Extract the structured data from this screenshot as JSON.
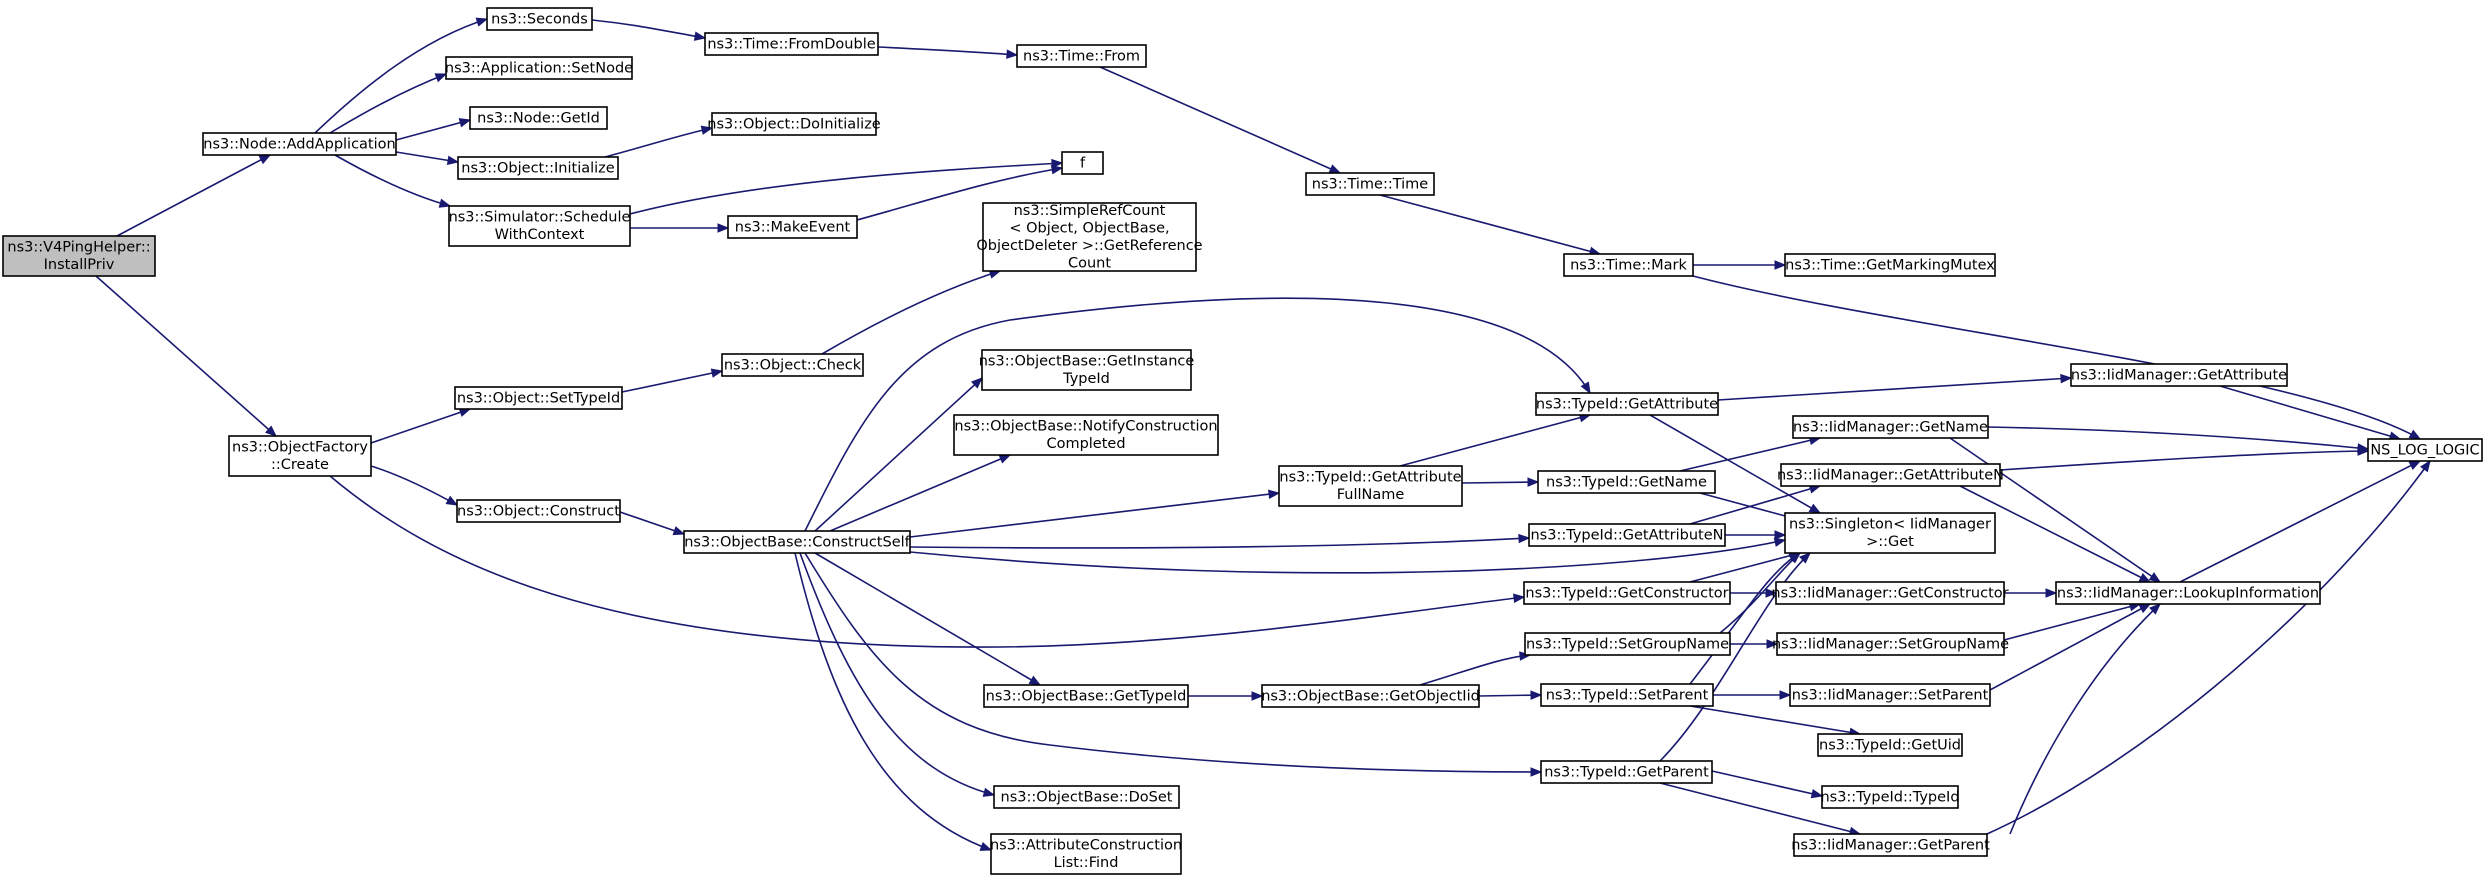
{
  "diagram": {
    "colors": {
      "edge": "#191970",
      "node_fill": "#ffffff",
      "root_fill": "#bfbfbf",
      "border": "#000000"
    },
    "nodes": [
      {
        "id": "root",
        "lines": [
          "ns3::V4PingHelper::",
          "InstallPriv"
        ],
        "root": true
      },
      {
        "id": "addapp",
        "lines": [
          "ns3::Node::AddApplication"
        ]
      },
      {
        "id": "objfactory",
        "lines": [
          "ns3::ObjectFactory",
          "::Create"
        ]
      },
      {
        "id": "seconds",
        "lines": [
          "ns3::Seconds"
        ]
      },
      {
        "id": "setnode",
        "lines": [
          "ns3::Application::SetNode"
        ]
      },
      {
        "id": "getid",
        "lines": [
          "ns3::Node::GetId"
        ]
      },
      {
        "id": "initialize",
        "lines": [
          "ns3::Object::Initialize"
        ]
      },
      {
        "id": "schedctx",
        "lines": [
          "ns3::Simulator::Schedule",
          "WithContext"
        ]
      },
      {
        "id": "settypeid",
        "lines": [
          "ns3::Object::SetTypeId"
        ]
      },
      {
        "id": "construct",
        "lines": [
          "ns3::Object::Construct"
        ]
      },
      {
        "id": "fromdouble",
        "lines": [
          "ns3::Time::FromDouble"
        ]
      },
      {
        "id": "doinit",
        "lines": [
          "ns3::Object::DoInitialize"
        ]
      },
      {
        "id": "makeevent",
        "lines": [
          "ns3::MakeEvent"
        ]
      },
      {
        "id": "check",
        "lines": [
          "ns3::Object::Check"
        ]
      },
      {
        "id": "constructself",
        "lines": [
          "ns3::ObjectBase::ConstructSelf"
        ]
      },
      {
        "id": "f",
        "lines": [
          "f"
        ]
      },
      {
        "id": "getrefcount",
        "lines": [
          "ns3::SimpleRefCount",
          "< Object, ObjectBase,",
          "ObjectDeleter >::GetReference",
          "Count"
        ]
      },
      {
        "id": "getinsttypeid",
        "lines": [
          "ns3::ObjectBase::GetInstance",
          "TypeId"
        ]
      },
      {
        "id": "notifyconstr",
        "lines": [
          "ns3::ObjectBase::NotifyConstruction",
          "Completed"
        ]
      },
      {
        "id": "obgettypeid",
        "lines": [
          "ns3::ObjectBase::GetTypeId"
        ]
      },
      {
        "id": "doset",
        "lines": [
          "ns3::ObjectBase::DoSet"
        ]
      },
      {
        "id": "attrfind",
        "lines": [
          "ns3::AttributeConstruction",
          "List::Find"
        ]
      },
      {
        "id": "timefrom",
        "lines": [
          "ns3::Time::From"
        ]
      },
      {
        "id": "timetime",
        "lines": [
          "ns3::Time::Time"
        ]
      },
      {
        "id": "getattrfull",
        "lines": [
          "ns3::TypeId::GetAttribute",
          "FullName"
        ]
      },
      {
        "id": "getobjectiid",
        "lines": [
          "ns3::ObjectBase::GetObjectIid"
        ]
      },
      {
        "id": "timemark",
        "lines": [
          "ns3::Time::Mark"
        ]
      },
      {
        "id": "tgetattr",
        "lines": [
          "ns3::TypeId::GetAttribute"
        ]
      },
      {
        "id": "tgetname",
        "lines": [
          "ns3::TypeId::GetName"
        ]
      },
      {
        "id": "tgetattrn",
        "lines": [
          "ns3::TypeId::GetAttributeN"
        ]
      },
      {
        "id": "tgetctor",
        "lines": [
          "ns3::TypeId::GetConstructor"
        ]
      },
      {
        "id": "tsetgroup",
        "lines": [
          "ns3::TypeId::SetGroupName"
        ]
      },
      {
        "id": "tsetparent",
        "lines": [
          "ns3::TypeId::SetParent"
        ]
      },
      {
        "id": "tgetparent",
        "lines": [
          "ns3::TypeId::GetParent"
        ]
      },
      {
        "id": "getmarkmutex",
        "lines": [
          "ns3::Time::GetMarkingMutex"
        ]
      },
      {
        "id": "iidgetname",
        "lines": [
          "ns3::IidManager::GetName"
        ]
      },
      {
        "id": "iidgetattrn",
        "lines": [
          "ns3::IidManager::GetAttributeN"
        ]
      },
      {
        "id": "singleton",
        "lines": [
          "ns3::Singleton< IidManager",
          ">::Get"
        ]
      },
      {
        "id": "iidgetctor",
        "lines": [
          "ns3::IidManager::GetConstructor"
        ]
      },
      {
        "id": "iidsetgroup",
        "lines": [
          "ns3::IidManager::SetGroupName"
        ]
      },
      {
        "id": "iidsetparent",
        "lines": [
          "ns3::IidManager::SetParent"
        ]
      },
      {
        "id": "tgetuid",
        "lines": [
          "ns3::TypeId::GetUid"
        ]
      },
      {
        "id": "ttypeid",
        "lines": [
          "ns3::TypeId::TypeId"
        ]
      },
      {
        "id": "iidgetparent",
        "lines": [
          "ns3::IidManager::GetParent"
        ]
      },
      {
        "id": "iidgetattr",
        "lines": [
          "ns3::IidManager::GetAttribute"
        ]
      },
      {
        "id": "lookup",
        "lines": [
          "ns3::IidManager::LookupInformation"
        ]
      },
      {
        "id": "nslog",
        "lines": [
          "NS_LOG_LOGIC"
        ]
      }
    ]
  }
}
